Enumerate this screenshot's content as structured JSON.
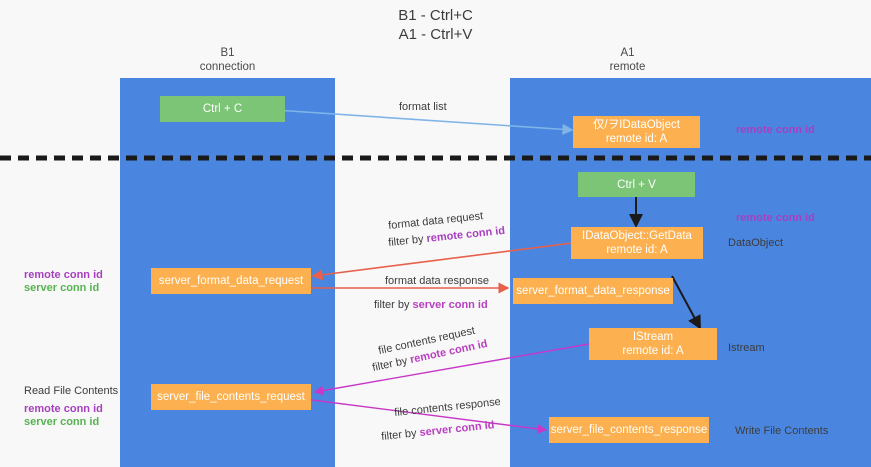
{
  "title": {
    "line1": "B1 - Ctrl+C",
    "line2": "A1 - Ctrl+V"
  },
  "lanes": [
    {
      "id": "b1",
      "name": "B1",
      "sub": "connection",
      "color": "#4a86df"
    },
    {
      "id": "a1",
      "name": "A1",
      "sub": "remote",
      "color": "#4a86df"
    }
  ],
  "colors": {
    "lane": "#4a86df",
    "green_box": "#7cc576",
    "orange_box": "#fcb04f",
    "purple_text": "#a83fc0",
    "green_text": "#57b350",
    "red_arrow": "#e8604c",
    "magenta_arrow": "#c838c8",
    "blue_arrow": "#7fb4e8",
    "black_arrow": "#1a1a1a",
    "background": "#f8f8f8"
  },
  "nodes": {
    "ctrl_c": {
      "label": "Ctrl + C"
    },
    "idataobject": {
      "line1": "仅/ヲIDataObject",
      "line2": "remote id: A"
    },
    "ctrl_v": {
      "label": "Ctrl + V"
    },
    "getdata": {
      "line1": "IDataObject::GetData",
      "line2": "remote id: A"
    },
    "server_format_data_request": {
      "label": "server_format_data_request"
    },
    "server_format_data_response": {
      "label": "server_format_data_response"
    },
    "istream": {
      "line1": "IStream",
      "line2": "remote id: A"
    },
    "server_file_contents_request": {
      "label": "server_file_contents_request"
    },
    "server_file_contents_response": {
      "label": "server_file_contents_response"
    }
  },
  "edge_labels": {
    "format_list": "format list",
    "format_data_request": "format data request",
    "format_data_request_filter_prefix": "filter by ",
    "format_data_request_filter_key": "remote conn id",
    "format_data_response": "format data response",
    "format_data_response_filter_prefix": "filter by ",
    "format_data_response_filter_key": "server conn id",
    "file_contents_request": "file contents request",
    "file_contents_request_filter_prefix": "filter by ",
    "file_contents_request_filter_key": "remote conn id",
    "file_contents_response": "file contents response",
    "file_contents_response_filter_prefix": "filter by ",
    "file_contents_response_filter_key": "server conn id"
  },
  "side_labels": {
    "right_remote_conn_id_1": "remote conn id",
    "right_remote_conn_id_2": "remote conn id",
    "right_dataobject": "DataObject",
    "right_istream": "Istream",
    "right_write_file_contents": "Write File Contents",
    "left_remote_conn_id": "remote conn id",
    "left_server_conn_id": "server conn id",
    "left_read_file_contents": "Read File Contents",
    "left_remote_conn_id_2": "remote conn id",
    "left_server_conn_id_2": "server conn id"
  }
}
